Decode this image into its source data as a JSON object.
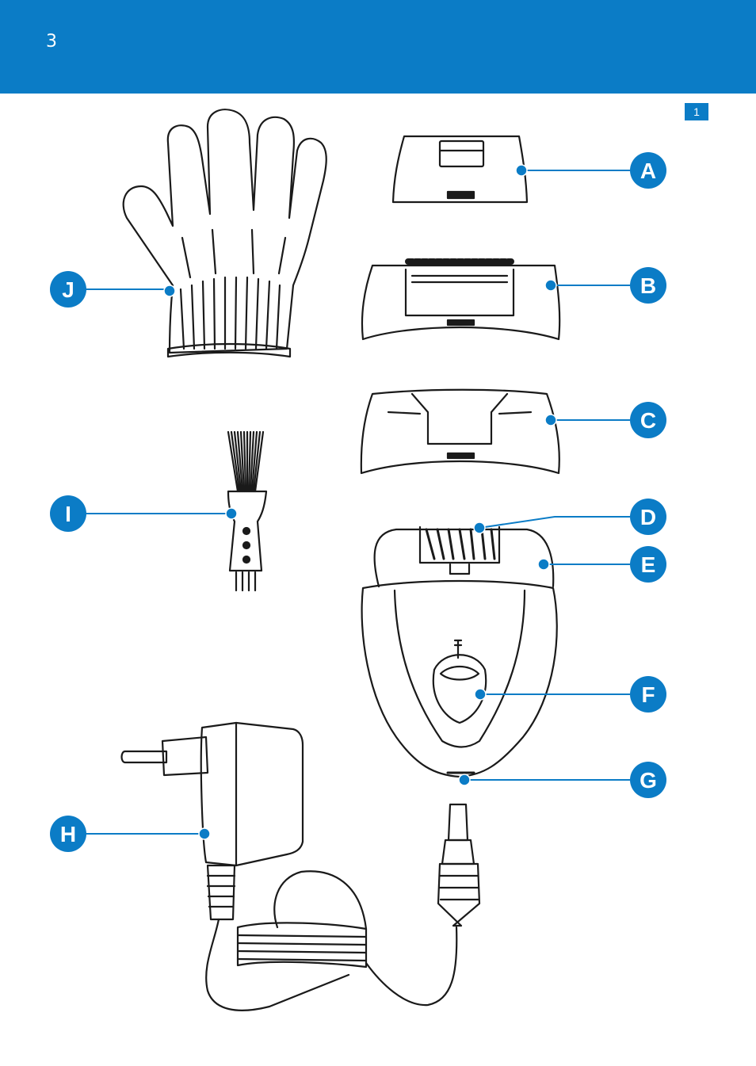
{
  "header": {
    "page_number": "3",
    "accent_color": "#0b7cc6"
  },
  "figure": {
    "number": "1"
  },
  "callouts": [
    {
      "letter": "A"
    },
    {
      "letter": "B"
    },
    {
      "letter": "C"
    },
    {
      "letter": "D"
    },
    {
      "letter": "E"
    },
    {
      "letter": "F"
    },
    {
      "letter": "G"
    },
    {
      "letter": "H"
    },
    {
      "letter": "I"
    },
    {
      "letter": "J"
    }
  ]
}
